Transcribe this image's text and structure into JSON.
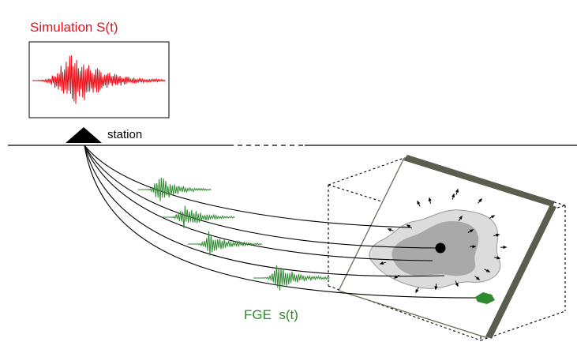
{
  "labels": {
    "simulation_title": "Simulation S(t)",
    "station": "station",
    "fge": "FGE  s(t)"
  },
  "colors": {
    "simulation": "#e8111b",
    "fge": "#2f8a2f",
    "fault_bar": "#5a5e4e",
    "slip_outer": "#dcdcdc",
    "slip_inner": "#a9a9a9",
    "ink": "#000000"
  }
}
